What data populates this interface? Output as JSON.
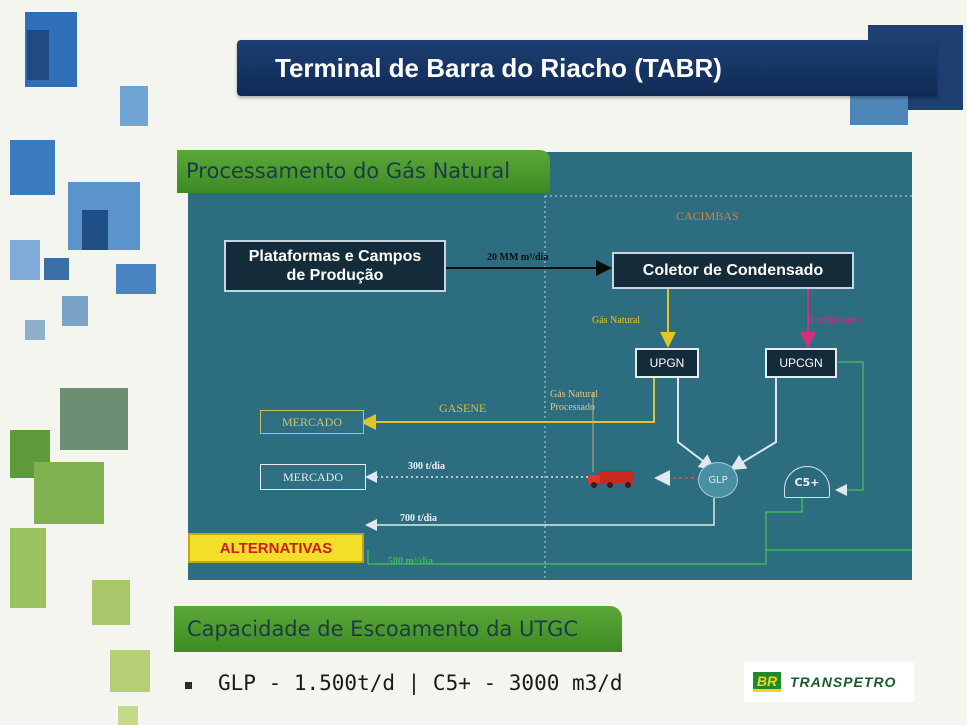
{
  "slide": {
    "title": "Terminal de Barra do Riacho (TABR)",
    "section_heading": "Processamento do Gás Natural",
    "capacity_heading": "Capacidade de Escoamento da UTGC",
    "bullet": "GLP - 1.500t/d | C5+ - 3000 m3/d"
  },
  "diagram": {
    "region_label": "CACIMBAS",
    "platforms_box": "Plataformas e Campos de Produção",
    "flow_rate_label": "20 MM m³/dia",
    "collector_box": "Coletor de Condensado",
    "natural_gas_label": "Gás Natural",
    "condensate_label": "Condensado",
    "upgn_box": "UPGN",
    "upcgn_box": "UPCGN",
    "processed_gas_label": "Gás Natural Processado",
    "gasene_label": "GASENE",
    "market_box_1": "MERCADO",
    "market_box_2": "MERCADO",
    "rate_300_label": "300 t/dia",
    "rate_700_label": "700 t/dia",
    "glp_node": "GLP",
    "c5_node": "C5+",
    "alternatives_box": "ALTERNATIVAS",
    "bottom_rate_label": "500 m³/dia"
  },
  "logo": {
    "symbol": "BR",
    "name": "TRANSPETRO"
  },
  "colors": {
    "title_bar": "#173764",
    "diagram_bg": "#2c6d80",
    "green_heading": "#4a9a2e",
    "yellow_line": "#d9c22a",
    "magenta_line": "#d2307a",
    "alternatives_bg": "#f3df2a",
    "alternatives_text": "#c81e16"
  }
}
